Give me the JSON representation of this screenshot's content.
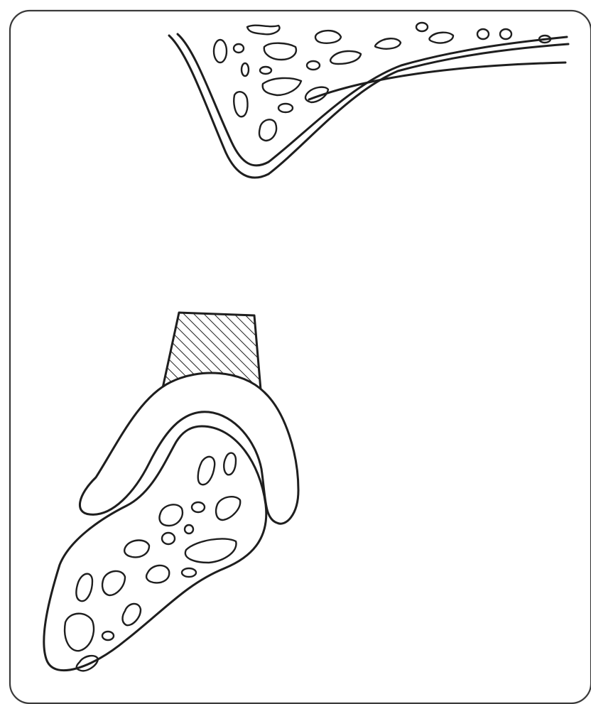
{
  "illustration": {
    "frame_color": "#3a3a3a",
    "line_color": "#1e1e1e",
    "background": "#ffffff",
    "parts": [
      "frame",
      "ridge-with-cavities",
      "hatched-block",
      "curved-cap",
      "bone-section-with-cavities"
    ]
  }
}
